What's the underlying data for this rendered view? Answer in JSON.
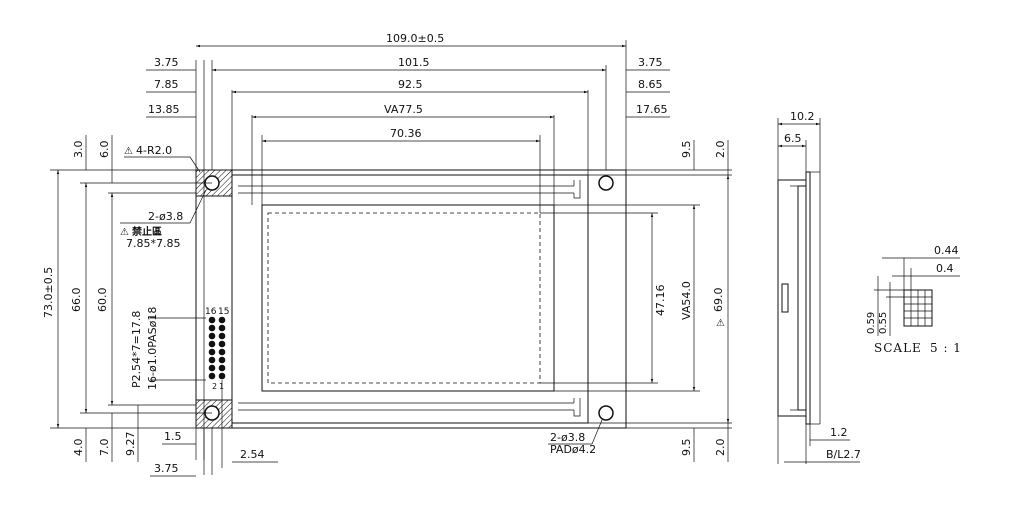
{
  "front_view": {
    "dims_top": {
      "overall_width": "109.0±0.5",
      "hole_pitch": "101.5",
      "bezel_width": "92.5",
      "view_area": "VA77.5",
      "active_area": "70.36"
    },
    "dims_left": {
      "left_hole": "3.75",
      "left_bezel": "7.85",
      "left_va": "13.85"
    },
    "dims_right": {
      "right_hole": "3.75",
      "right_bezel": "8.65",
      "right_va": "17.65"
    },
    "dims_vertical": {
      "overall_height": "73.0±0.5",
      "hole_pitch_v": "66.0",
      "bezel_height": "60.0",
      "top_3": "3.0",
      "top_6": "6.0",
      "bottom_4": "4.0",
      "bottom_7": "7.0",
      "bottom_927": "9.27",
      "active_height": "47.16",
      "va_height": "VA54.0",
      "pcb_height": "69.0",
      "right_top_95": "9.5",
      "right_top_20": "2.0",
      "right_bottom_95": "9.5",
      "right_bottom_20": "2.0"
    },
    "notes": {
      "corner_radius": "4-R2.0",
      "holes": "2-ø3.8",
      "keepout_title": "禁止區",
      "keepout_size": "7.85*7.85",
      "pin_pitch": "P2.54*7=17.8",
      "pin_holes": "16-ø1.0PASø18",
      "pin_16": "16",
      "pin_15": "15",
      "pin_2": "2",
      "pin_1": "1",
      "holes_bottom": "2-ø3.8",
      "pad": "PADø4.2",
      "dim_15": "1.5",
      "dim_254": "2.54",
      "dim_375_bottom": "3.75",
      "tri_mark": "⚠"
    }
  },
  "side_view": {
    "thickness_total": "10.2",
    "thickness_body": "6.5",
    "pcb": "1.2",
    "backlight": "B/L2.7"
  },
  "detail_view": {
    "dot_w": "0.44",
    "dot_pitch_w": "0.4",
    "dot_h": "0.59",
    "dot_pitch_h": "0.55",
    "scale_label": "SCALE",
    "scale_value": "5 : 1"
  }
}
